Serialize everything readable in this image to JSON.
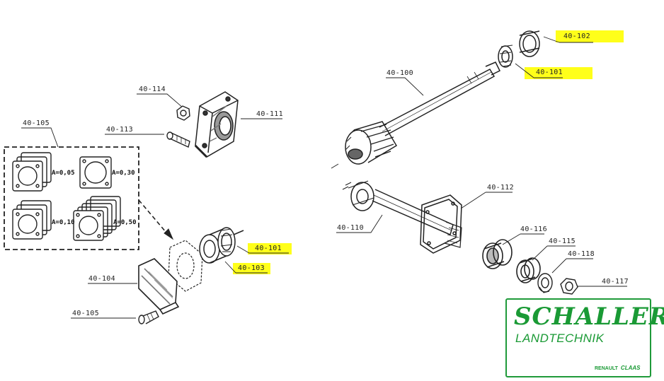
{
  "labels": {
    "l_40_114": "40-114",
    "l_40_111": "40-111",
    "l_40_113": "40-113",
    "l_40_105a": "40-105",
    "l_40_101a": "40-101",
    "l_40_103": "40-103",
    "l_40_104": "40-104",
    "l_40_105b": "40-105",
    "l_40_102": "40-102",
    "l_40_101b": "40-101",
    "l_40_100": "40-100",
    "l_40_112": "40-112",
    "l_40_110": "40-110",
    "l_40_116": "40-116",
    "l_40_115": "40-115",
    "l_40_118": "40-118",
    "l_40_117": "40-117"
  },
  "shim_sizes": {
    "a005": "A=0,05",
    "a030": "A=0,30",
    "a010": "A=0,10",
    "a050": "A=0,50"
  },
  "logo": {
    "name": "SCHALLER",
    "subtitle": "LANDTECHNIK",
    "brand_1": "RENAULT",
    "brand_2": "CLAAS",
    "color": "#1a9a35"
  },
  "highlight_color": "#ffff1a"
}
